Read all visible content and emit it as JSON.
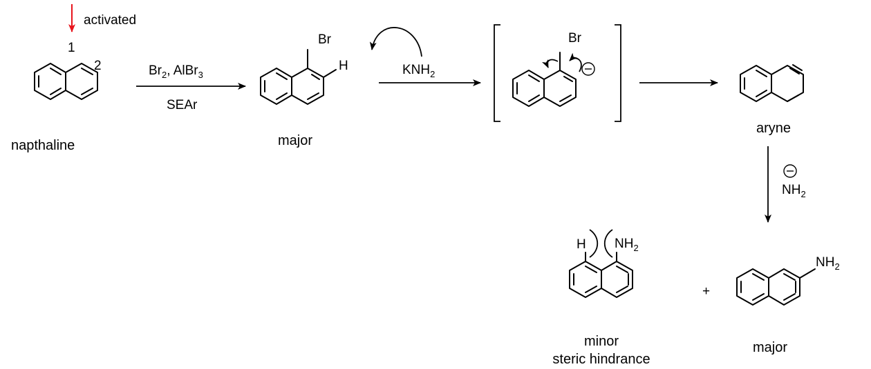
{
  "colors": {
    "activation": "#e8141c",
    "mechanism_class": "#1726e0",
    "ink": "#000000"
  },
  "start": {
    "name": "napthaline",
    "position_1": "1",
    "position_2": "2",
    "activation_label": "activated"
  },
  "step1": {
    "reagent_a": "Br",
    "reagent_a_sub": "2",
    "reagent_b": ", AlBr",
    "reagent_b_sub": "3",
    "mechanism": "SEAr"
  },
  "intermediate1": {
    "substituent": "Br",
    "proton": "H",
    "outcome": "major"
  },
  "step2": {
    "reagent": "KNH",
    "reagent_sub": "2"
  },
  "anion": {
    "substituent": "Br",
    "charge": "−"
  },
  "aryne": {
    "name": "aryne"
  },
  "step4": {
    "charge": "−",
    "nucleophile": "NH",
    "nucleophile_sub": "2"
  },
  "products": {
    "minor": {
      "label": "minor",
      "reason": "steric hindrance",
      "group": "NH",
      "group_sub": "2",
      "peri_h": "H"
    },
    "plus": "+",
    "major": {
      "label": "major",
      "group": "NH",
      "group_sub": "2"
    }
  }
}
